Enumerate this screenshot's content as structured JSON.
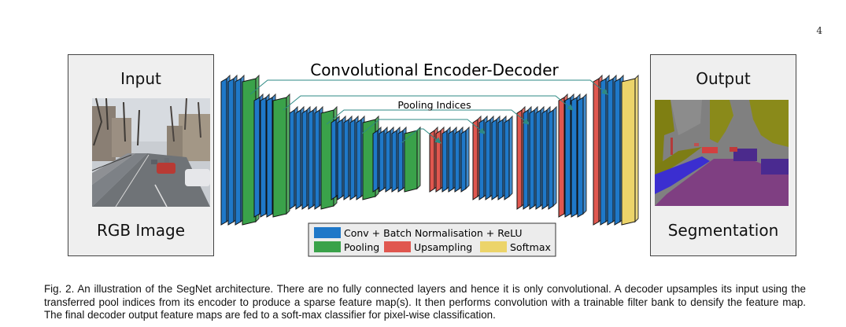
{
  "page_number": "4",
  "diagram": {
    "title": "Convolutional Encoder-Decoder",
    "pooling_indices_label": "Pooling Indices"
  },
  "input_panel": {
    "title": "Input",
    "label": "RGB Image"
  },
  "output_panel": {
    "title": "Output",
    "label": "Segmentation"
  },
  "legend": {
    "items": [
      {
        "label": "Conv + Batch Normalisation + ReLU",
        "color": "#1f78c8"
      },
      {
        "label": "Pooling",
        "color": "#3aa24a"
      },
      {
        "label": "Upsampling",
        "color": "#e0574f"
      },
      {
        "label": "Softmax",
        "color": "#ecd46a"
      }
    ]
  },
  "colors": {
    "conv": "#1f78c8",
    "pooling": "#3aa24a",
    "upsampling": "#e0574f",
    "softmax": "#ecd46a",
    "arrow": "#2e8a84"
  },
  "caption": "Fig. 2. An illustration of the SegNet architecture. There are no fully connected layers and hence it is only convolutional. A decoder upsamples its input using the transferred pool indices from its encoder to produce a sparse feature map(s). It then performs convolution with a trainable filter bank to densify the feature map. The final decoder output feature maps are fed to a soft-max classifier for pixel-wise classification."
}
